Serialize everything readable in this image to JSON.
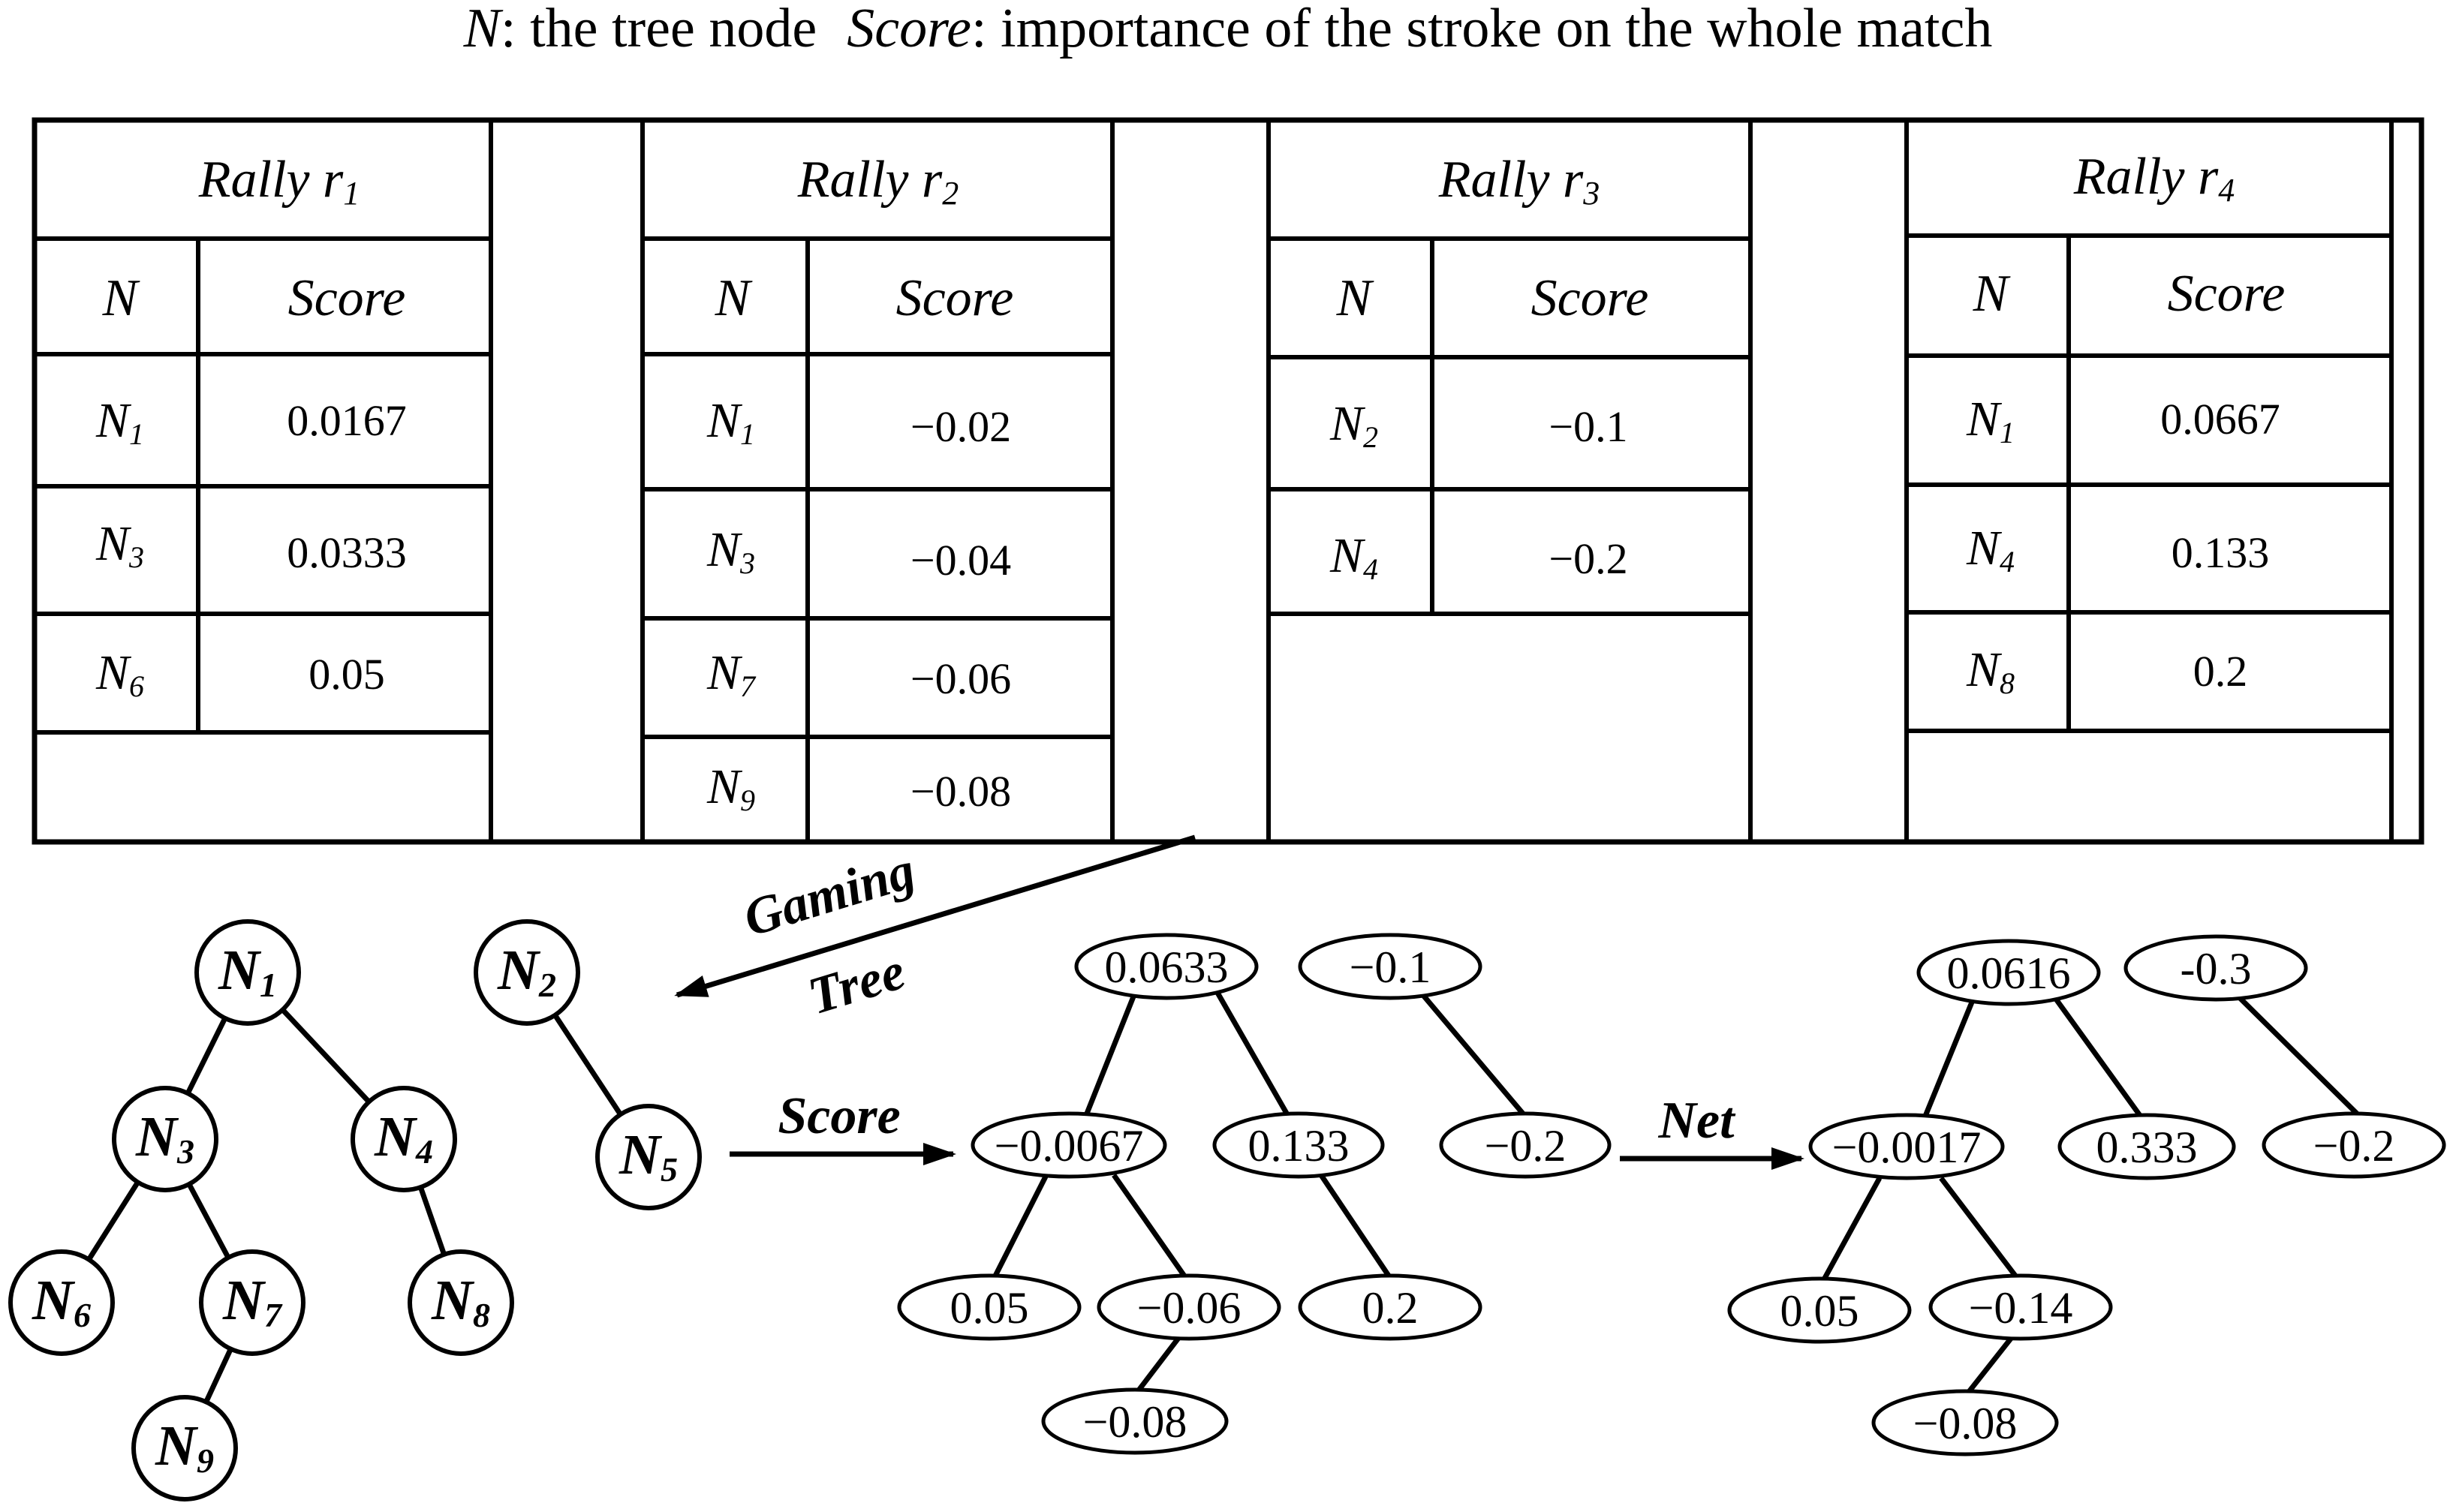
{
  "caption": {
    "n_term": "N",
    "n_desc": ": the tree node",
    "score_term": "Score",
    "score_desc": ": importance of the stroke on the whole match"
  },
  "tables": [
    {
      "title": "Rally r",
      "title_sub": "1",
      "col_node": "N",
      "col_score": "Score",
      "rows": [
        {
          "node": "N",
          "sub": "1",
          "score": "0.0167"
        },
        {
          "node": "N",
          "sub": "3",
          "score": "0.0333"
        },
        {
          "node": "N",
          "sub": "6",
          "score": "0.05"
        }
      ]
    },
    {
      "title": "Rally r",
      "title_sub": "2",
      "col_node": "N",
      "col_score": "Score",
      "rows": [
        {
          "node": "N",
          "sub": "1",
          "score": "−0.02"
        },
        {
          "node": "N",
          "sub": "3",
          "score": "−0.04"
        },
        {
          "node": "N",
          "sub": "7",
          "score": "−0.06"
        },
        {
          "node": "N",
          "sub": "9",
          "score": "−0.08"
        }
      ]
    },
    {
      "title": "Rally r",
      "title_sub": "3",
      "col_node": "N",
      "col_score": "Score",
      "rows": [
        {
          "node": "N",
          "sub": "2",
          "score": "−0.1"
        },
        {
          "node": "N",
          "sub": "4",
          "score": "−0.2"
        }
      ]
    },
    {
      "title": "Rally r",
      "title_sub": "4",
      "col_node": "N",
      "col_score": "Score",
      "rows": [
        {
          "node": "N",
          "sub": "1",
          "score": "0.0667"
        },
        {
          "node": "N",
          "sub": "4",
          "score": "0.133"
        },
        {
          "node": "N",
          "sub": "8",
          "score": "0.2"
        }
      ]
    }
  ],
  "arrows": {
    "gaming_line1": "Gaming",
    "gaming_line2": "Tree",
    "score": "Score",
    "net": "Net"
  },
  "gaming_tree": {
    "nodes": [
      {
        "id": "n1",
        "label": "N",
        "sub": "1"
      },
      {
        "id": "n2",
        "label": "N",
        "sub": "2"
      },
      {
        "id": "n3",
        "label": "N",
        "sub": "3"
      },
      {
        "id": "n4",
        "label": "N",
        "sub": "4"
      },
      {
        "id": "n5",
        "label": "N",
        "sub": "5"
      },
      {
        "id": "n6",
        "label": "N",
        "sub": "6"
      },
      {
        "id": "n7",
        "label": "N",
        "sub": "7"
      },
      {
        "id": "n8",
        "label": "N",
        "sub": "8"
      },
      {
        "id": "n9",
        "label": "N",
        "sub": "9"
      }
    ]
  },
  "score_tree": {
    "nodes": [
      {
        "id": "s1",
        "value": "0.0633"
      },
      {
        "id": "s2",
        "value": "−0.1"
      },
      {
        "id": "s3",
        "value": "−0.0067"
      },
      {
        "id": "s4",
        "value": "0.133"
      },
      {
        "id": "s5",
        "value": "−0.2"
      },
      {
        "id": "s6",
        "value": "0.05"
      },
      {
        "id": "s7",
        "value": "−0.06"
      },
      {
        "id": "s8",
        "value": "0.2"
      },
      {
        "id": "s9",
        "value": "−0.08"
      }
    ]
  },
  "net_tree": {
    "nodes": [
      {
        "id": "t1",
        "value": "0.0616"
      },
      {
        "id": "t2",
        "value": "-0.3"
      },
      {
        "id": "t3",
        "value": "−0.0017"
      },
      {
        "id": "t4",
        "value": "0.333"
      },
      {
        "id": "t5",
        "value": "−0.2"
      },
      {
        "id": "t6",
        "value": "0.05"
      },
      {
        "id": "t7",
        "value": "−0.14"
      },
      {
        "id": "t8",
        "value": "−0.08"
      }
    ]
  }
}
